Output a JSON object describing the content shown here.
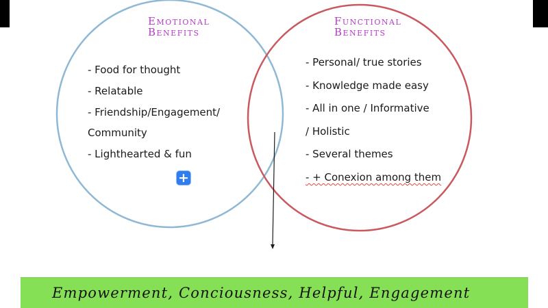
{
  "diagram": {
    "emotional": {
      "heading": [
        "Emotional",
        "Benefits"
      ],
      "color": "#b23bc4",
      "circle_color": "#8fb8d4",
      "items": [
        "- Food for thought",
        "- Relatable",
        "- Friendship/Engagement/",
        "Community",
        "- Lighthearted & fun"
      ]
    },
    "functional": {
      "heading": [
        "Functional",
        "Benefits"
      ],
      "color": "#b23bc4",
      "circle_color": "#c9585f",
      "items": [
        "- Personal/ true stories",
        "- Knowledge made easy",
        "- All in one / Informative",
        "/ Holistic",
        "- Several themes",
        "- + Conexion among them"
      ]
    },
    "add_button": {
      "symbol": "+",
      "icon": "plus-icon",
      "color": "#2f7df0"
    },
    "result": {
      "text": "Empowerment, Conciousness, Helpful, Engagement",
      "background": "#86e056"
    }
  }
}
